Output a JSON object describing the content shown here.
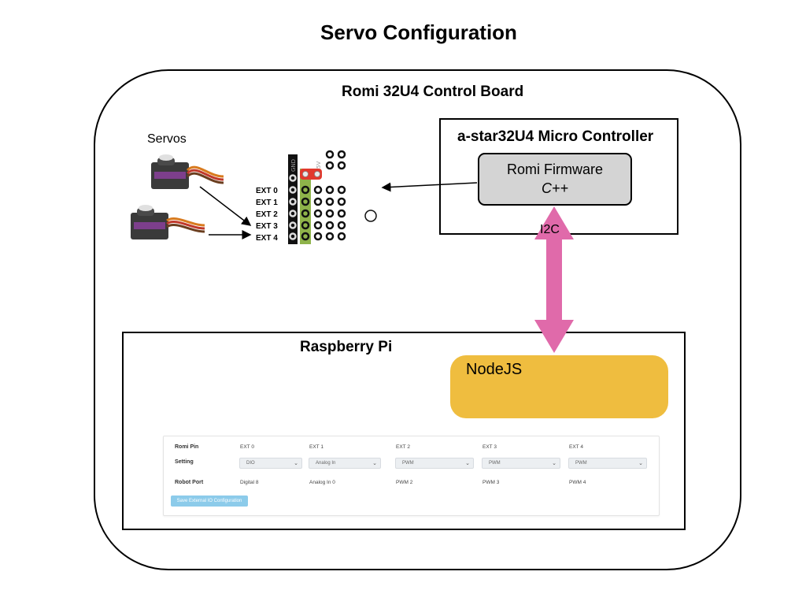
{
  "title": "Servo Configuration",
  "board": {
    "label": "Romi 32U4 Control Board"
  },
  "microcontroller": {
    "label": "a-star32U4 Micro Controller",
    "firmware_line1": "Romi Firmware",
    "firmware_line2": "C++"
  },
  "link_label": "I2C",
  "raspberry_pi": {
    "label": "Raspberry Pi",
    "nodejs_label": "NodeJS"
  },
  "servos_label": "Servos",
  "pin_header": {
    "ext_labels": [
      "EXT 0",
      "EXT 1",
      "EXT 2",
      "EXT 3",
      "EXT 4"
    ],
    "gnd_label": "GND",
    "v_label": "5V"
  },
  "config_table": {
    "row_headers": [
      "Romi Pin",
      "Setting",
      "Robot Port"
    ],
    "pins": [
      "EXT 0",
      "EXT 1",
      "EXT 2",
      "EXT 3",
      "EXT 4"
    ],
    "settings": [
      "DIO",
      "Analog In",
      "PWM",
      "PWM",
      "PWM"
    ],
    "ports": [
      "Digital 8",
      "Analog In 0",
      "PWM 2",
      "PWM 3",
      "PWM 4"
    ],
    "save_button": "Save External IO Configuration"
  },
  "colors": {
    "firmware_fill": "#d4d4d4",
    "nodejs_fill": "#efbd3f",
    "i2c_arrow": "#e06aaa",
    "save_button": "#8ccbea"
  },
  "icons": [
    "servo-motor-icon",
    "chevron-down-icon",
    "arrow-icon"
  ]
}
